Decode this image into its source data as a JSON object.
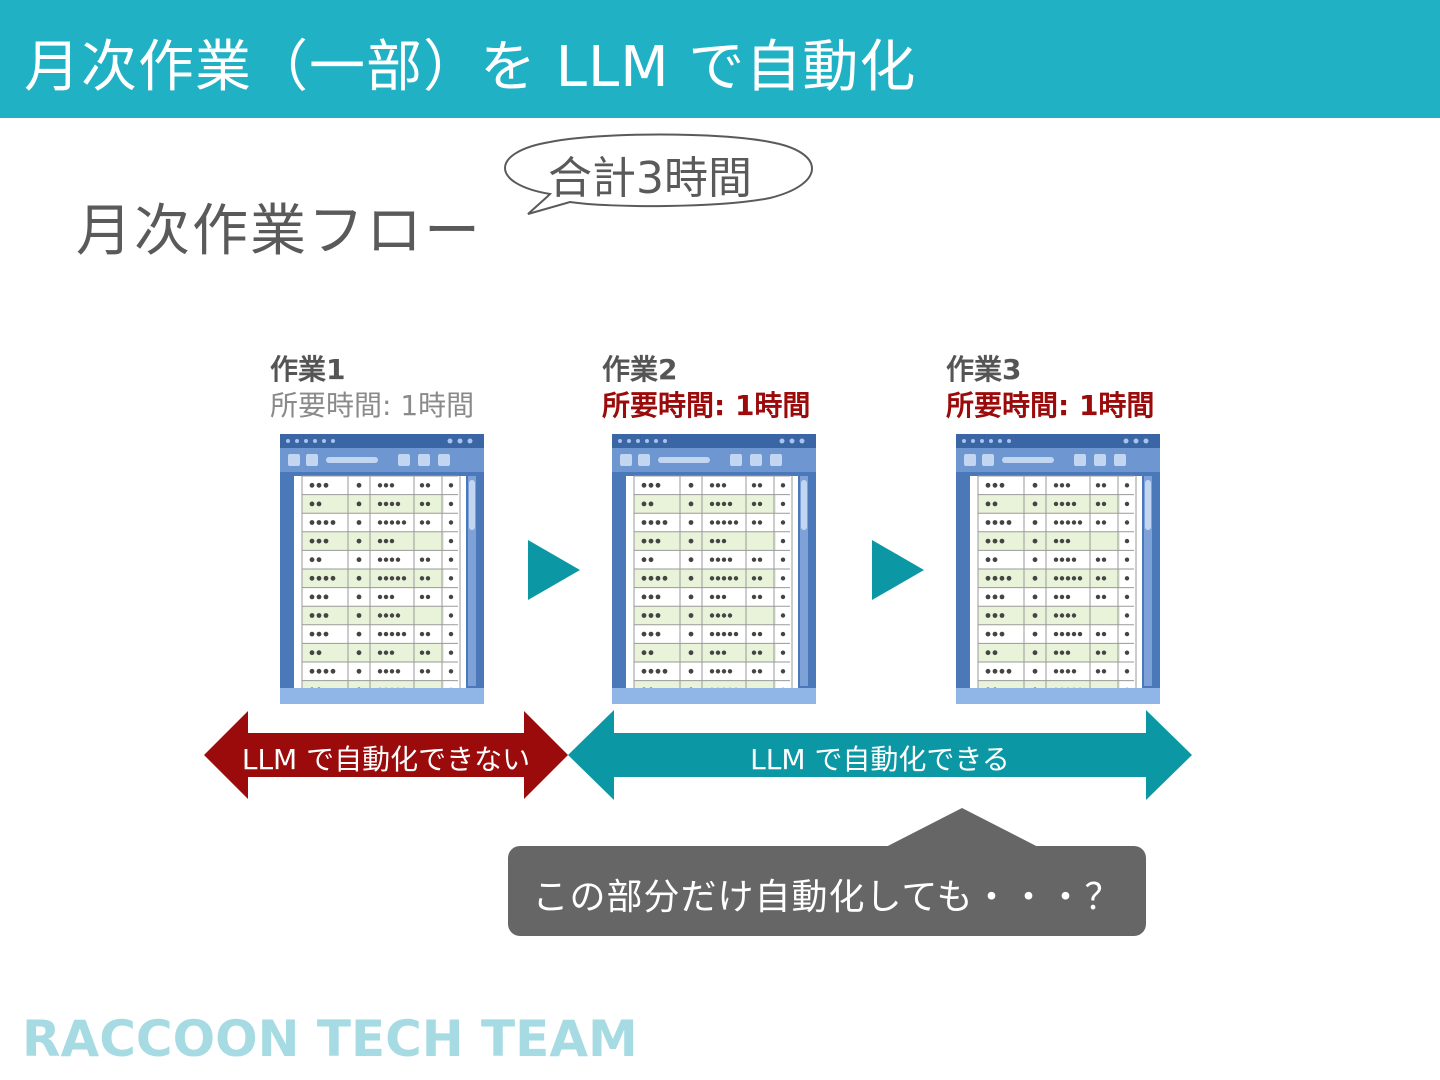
{
  "slide": {
    "title": "月次作業（一部）を LLM で自動化",
    "subtitle": "月次作業フロー",
    "speech_bubble": "合計3時間"
  },
  "steps": [
    {
      "name": "作業1",
      "time": "所要時間: 1時間",
      "highlight": false
    },
    {
      "name": "作業2",
      "time": "所要時間: 1時間",
      "highlight": true
    },
    {
      "name": "作業3",
      "time": "所要時間: 1時間",
      "highlight": true
    }
  ],
  "ranges": {
    "manual_label": "LLM で自動化できない",
    "auto_label": "LLM で自動化できる"
  },
  "callout": "この部分だけ自動化しても・・・？",
  "logo": "RACCOON TECH TEAM",
  "colors": {
    "header": "#21b1c4",
    "teal_arrow": "#0b98a4",
    "red_arrow": "#9b0b0b",
    "callout": "#666666",
    "logo": "#a6dbe3"
  }
}
